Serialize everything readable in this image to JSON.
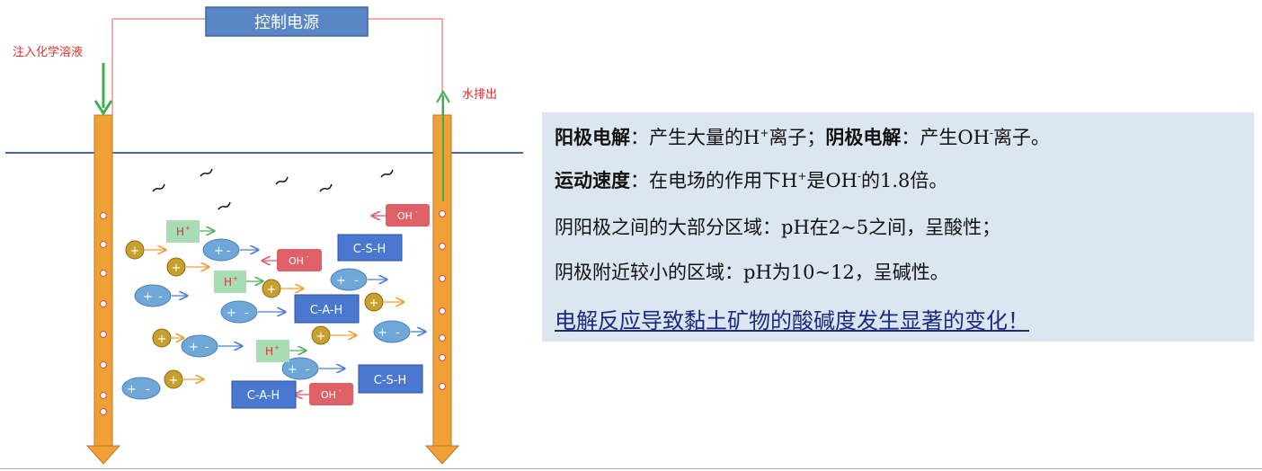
{
  "power": {
    "label": "控制电源"
  },
  "inject": {
    "label": "注入化学溶液"
  },
  "drain": {
    "label": "水排出"
  },
  "ions": {
    "h": "H",
    "oh": "OH",
    "csh": "C-S-H",
    "cah": "C-A-H",
    "plus": "+",
    "minus": "-"
  },
  "info": {
    "anode_title": "阳极电解",
    "anode_text": "：产生大量的H",
    "anode_text2": "离子；",
    "cathode_title": "阴极电解",
    "cathode_text": "：产生OH",
    "cathode_text2": "离子。",
    "speed_title": "运动速度",
    "speed_text": "：在电场的作用下H",
    "speed_text2": "是OH",
    "speed_text3": "的1.8倍。",
    "line3": "阴阳极之间的大部分区域：pH在2~5之间，呈酸性；",
    "line4": "阴极附近较小的区域：pH为10~12，呈碱性。",
    "highlight": "电解反应导致黏土矿物的酸碱度发生显著的变化！"
  },
  "colors": {
    "electrode": "#f0a035",
    "clay": "#6fa8d8",
    "cation": "#c8a030",
    "hbox": "#a8dcb4",
    "ohbox": "#e06068",
    "mineral": "#4a78d0",
    "panel": "#dce6f0",
    "wire": "#e05a55",
    "arrow_green": "#3cb050"
  }
}
